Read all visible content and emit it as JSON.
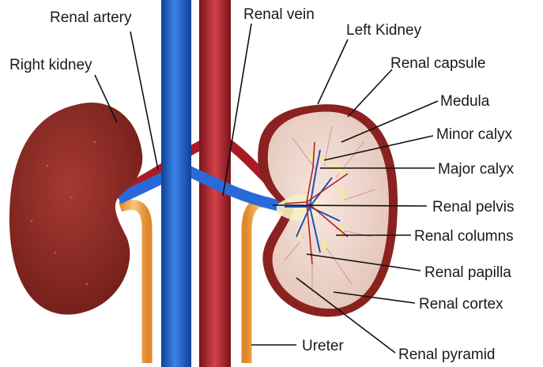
{
  "labels": {
    "renal_artery": "Renal artery",
    "renal_vein": "Renal vein",
    "left_kidney": "Left Kidney",
    "right_kidney": "Right kidney",
    "renal_capsule": "Renal capsule",
    "medula": "Medula",
    "minor_calyx": "Minor calyx",
    "major_calyx": "Major calyx",
    "renal_pelvis": "Renal pelvis",
    "renal_columns": "Renal columns",
    "renal_papilla": "Renal papilla",
    "renal_cortex": "Renal cortex",
    "ureter": "Ureter",
    "renal_pyramid": "Renal pyramid"
  },
  "colors": {
    "vein_blue": "#1f5fc8",
    "artery_red": "#b3202a",
    "kidney_brown": "#8e2a24",
    "capsule_dark": "#7a1e1b",
    "cortex_pink": "#ecd6cd",
    "ureter_orange": "#f0a64a",
    "pelvis_yellow": "#f6efc8"
  }
}
